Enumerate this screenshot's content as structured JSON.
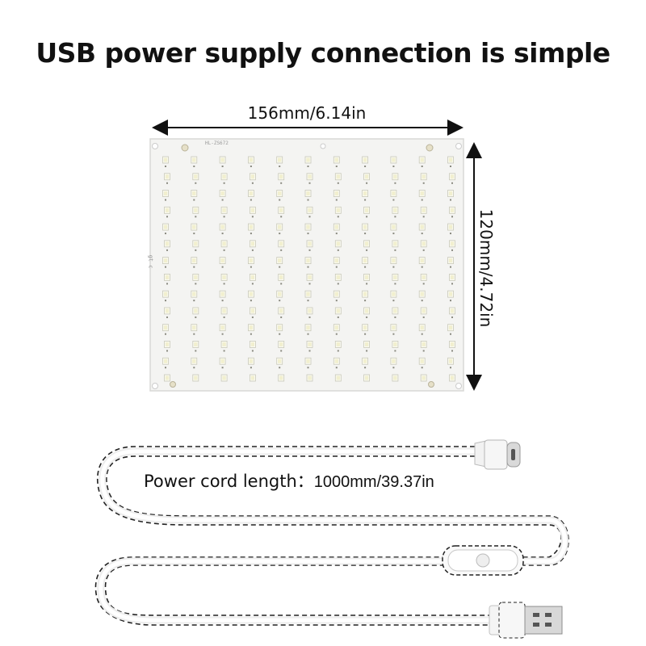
{
  "title": "USB power supply connection is simple",
  "dimensions": {
    "width_label": "156mm/6.14in",
    "height_label": "120mm/4.72in"
  },
  "board": {
    "model_print": "HL-ZS672",
    "side_print": "gt c",
    "led_columns": 11,
    "led_rows": 14,
    "color": "#f4f4f2"
  },
  "cord": {
    "label_prefix": "Power cord length：",
    "label_value": "1000mm/39.37in"
  }
}
